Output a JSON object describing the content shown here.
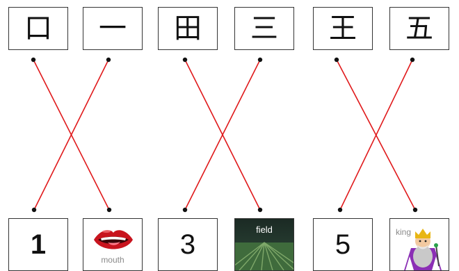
{
  "characters": [
    "口",
    "一",
    "田",
    "三",
    "王",
    "五"
  ],
  "answers": [
    {
      "kind": "number",
      "text": "1",
      "bold": true
    },
    {
      "kind": "image",
      "caption": "mouth",
      "icon": "mouth-icon"
    },
    {
      "kind": "number",
      "text": "3",
      "bold": false
    },
    {
      "kind": "image",
      "caption": "field",
      "icon": "field-icon"
    },
    {
      "kind": "number",
      "text": "5",
      "bold": false
    },
    {
      "kind": "image",
      "caption": "king",
      "icon": "king-icon"
    }
  ],
  "matches": [
    [
      0,
      1
    ],
    [
      1,
      0
    ],
    [
      2,
      3
    ],
    [
      3,
      2
    ],
    [
      4,
      5
    ],
    [
      5,
      4
    ]
  ],
  "colors": {
    "line": "#e0191b",
    "dot": "#111111"
  }
}
